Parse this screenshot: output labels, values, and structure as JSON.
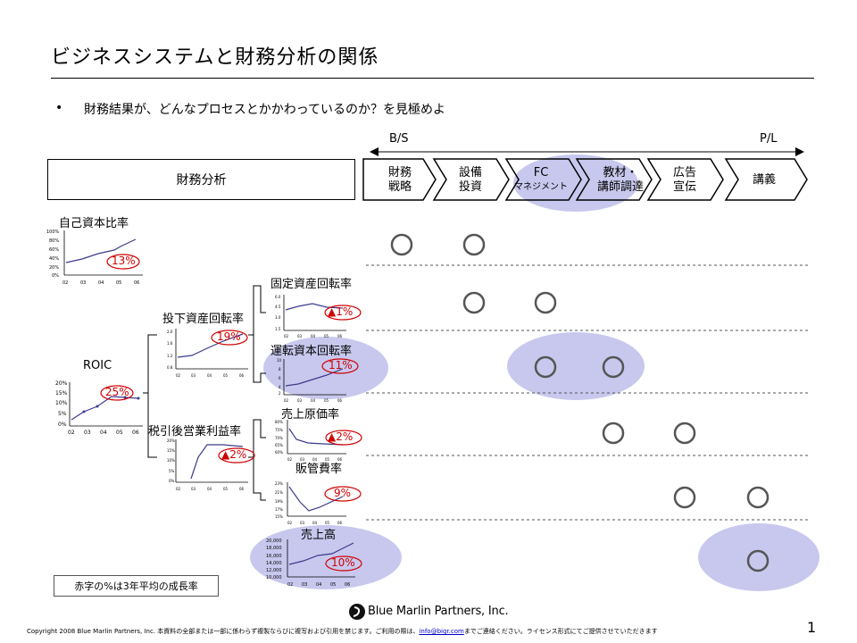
{
  "title": "ビジネスシステムと財務分析の関係",
  "bullet": {
    "marker": "•",
    "text": "財務結果が、どんなプロセスとかかわっているのか？を見極めよ"
  },
  "chain": {
    "left_label": "B/S",
    "right_label": "P/L",
    "analysis_box": "財務分析",
    "steps": [
      {
        "line1": "財務",
        "line2": "戦略"
      },
      {
        "line1": "設備",
        "line2": "投資"
      },
      {
        "line1": "FC",
        "line2": "マネジメント"
      },
      {
        "line1": "教材・",
        "line2": "講師調達"
      },
      {
        "line1": "広告",
        "line2": "宣伝"
      },
      {
        "line1": "講義",
        "line2": ""
      }
    ]
  },
  "metrics": {
    "equity_ratio": {
      "title": "自己資本比率",
      "growth": "13%",
      "yticks": [
        "100%",
        "80%",
        "60%",
        "40%",
        "20%",
        "0%"
      ]
    },
    "roic": {
      "title": "ROIC",
      "growth": "25%",
      "yticks": [
        "20%",
        "15%",
        "10%",
        "5%",
        "0%"
      ]
    },
    "invested_turnover": {
      "title": "投下資産回転率",
      "growth": "19%"
    },
    "after_tax_margin": {
      "title": "税引後営業利益率",
      "growth": "▲2%"
    },
    "fixed_asset_turnover": {
      "title": "固定資産回転率",
      "growth": "▲1%"
    },
    "working_capital_turnover": {
      "title": "運転資本回転率",
      "growth": "11%"
    },
    "cogs_ratio": {
      "title": "売上原価率",
      "growth": "▲2%"
    },
    "sga_ratio": {
      "title": "販管費率",
      "growth": "9%"
    },
    "sales": {
      "title": "売上高",
      "growth": "10%",
      "yticks": [
        "20,000",
        "18,000",
        "16,000",
        "14,000",
        "12,000",
        "10,000"
      ]
    }
  },
  "xticks": [
    "02",
    "03",
    "04",
    "05",
    "06"
  ],
  "note": "赤字の%は3年平均の成長率",
  "logo": "Blue Marlin Partners, Inc.",
  "footer": {
    "before": "Copyright 2008 Blue Marlin Partners, Inc. 本資料の全部または一部に係わらず複製ならびに複写および引用を禁じます。ご利用の際は、",
    "link": "info@bigr.com",
    "after": "までご連絡ください。ライセンス形式にてご提供させていただきます"
  },
  "page_number": "1",
  "colors": {
    "highlight": "#c8c8ee",
    "growth": "#d00000",
    "line": "#3b3b8c"
  }
}
